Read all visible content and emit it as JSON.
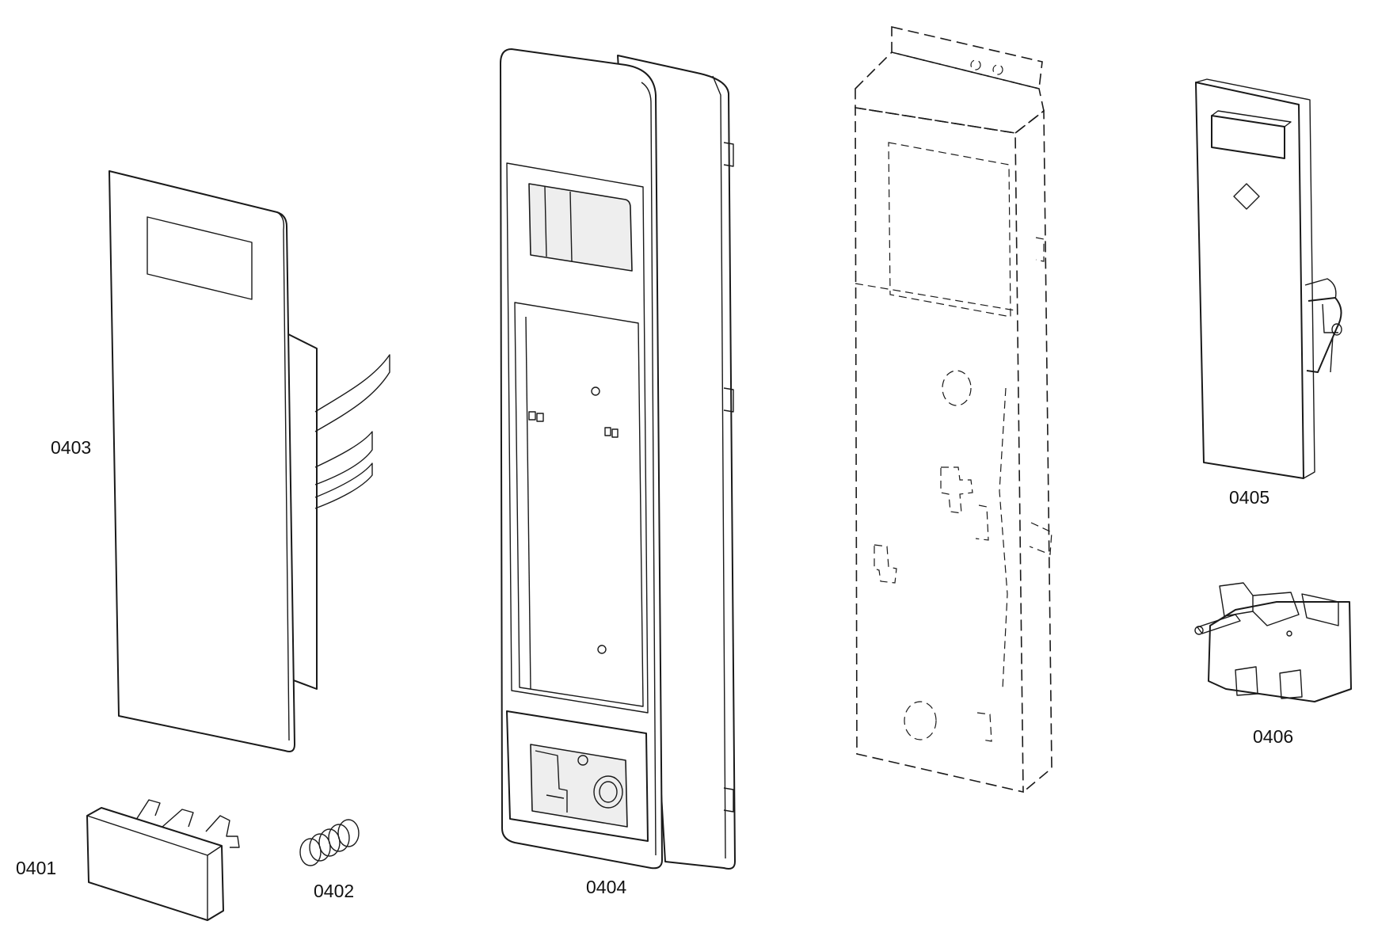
{
  "parts": [
    {
      "id": "door-panel",
      "label": "0403"
    },
    {
      "id": "door-frame",
      "label": "0404"
    },
    {
      "id": "control-panel",
      "label": "0405"
    },
    {
      "id": "latch-button",
      "label": "0401"
    },
    {
      "id": "spring",
      "label": "0402"
    },
    {
      "id": "interlock-switch",
      "label": "0406"
    }
  ],
  "colors": {
    "line": "#1a1a1a",
    "background": "#ffffff"
  }
}
